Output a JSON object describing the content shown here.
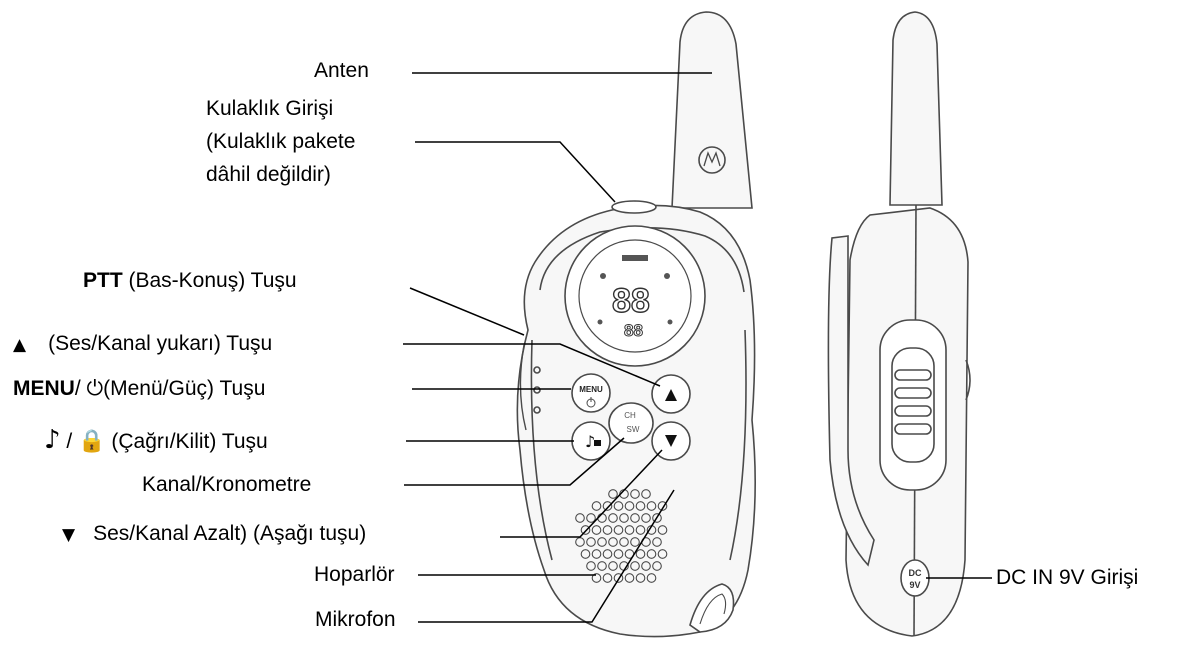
{
  "labels": {
    "antenna": "Anten",
    "earphone_line1": "Kulaklık Girişi",
    "earphone_line2": "(Kulaklık pakete",
    "earphone_line3": "dâhil değildir)",
    "ptt_bold": "PTT",
    "ptt_rest": " (Bas-Konuş) Tuşu",
    "up_glyph": "▲",
    "up_text": "(Ses/Kanal yukarı) Tuşu",
    "menu_bold": "MENU",
    "menu_slash": "/ ",
    "menu_power_glyph": "⏻",
    "menu_text": "(Menü/Güç) Tuşu",
    "call_note_glyph": "♪",
    "call_slash": " / ",
    "call_lock_glyph": "🔒",
    "call_text": " (Çağrı/Kilit) Tuşu",
    "channel_timer": "Kanal/Kronometre",
    "down_glyph": "▼",
    "down_text": "Ses/Kanal Azalt) (Aşağı tuşu)",
    "speaker": "Hoparlör",
    "microphone": "Mikrofon",
    "dc_in": "DC IN 9V Girişi"
  },
  "device": {
    "menu_button": "MENU",
    "ch_sw_button": "CH SW",
    "lcd_digits": "88",
    "lcd_small_digits": "88",
    "dc_jack_line1": "DC",
    "dc_jack_line2": "9V",
    "up_button_glyph": "▲",
    "down_button_glyph": "▼"
  },
  "colors": {
    "ink": "#000000",
    "outline": "#4a4a4a",
    "fill": "#f7f7f7",
    "screen_tint": "#ffffff"
  }
}
